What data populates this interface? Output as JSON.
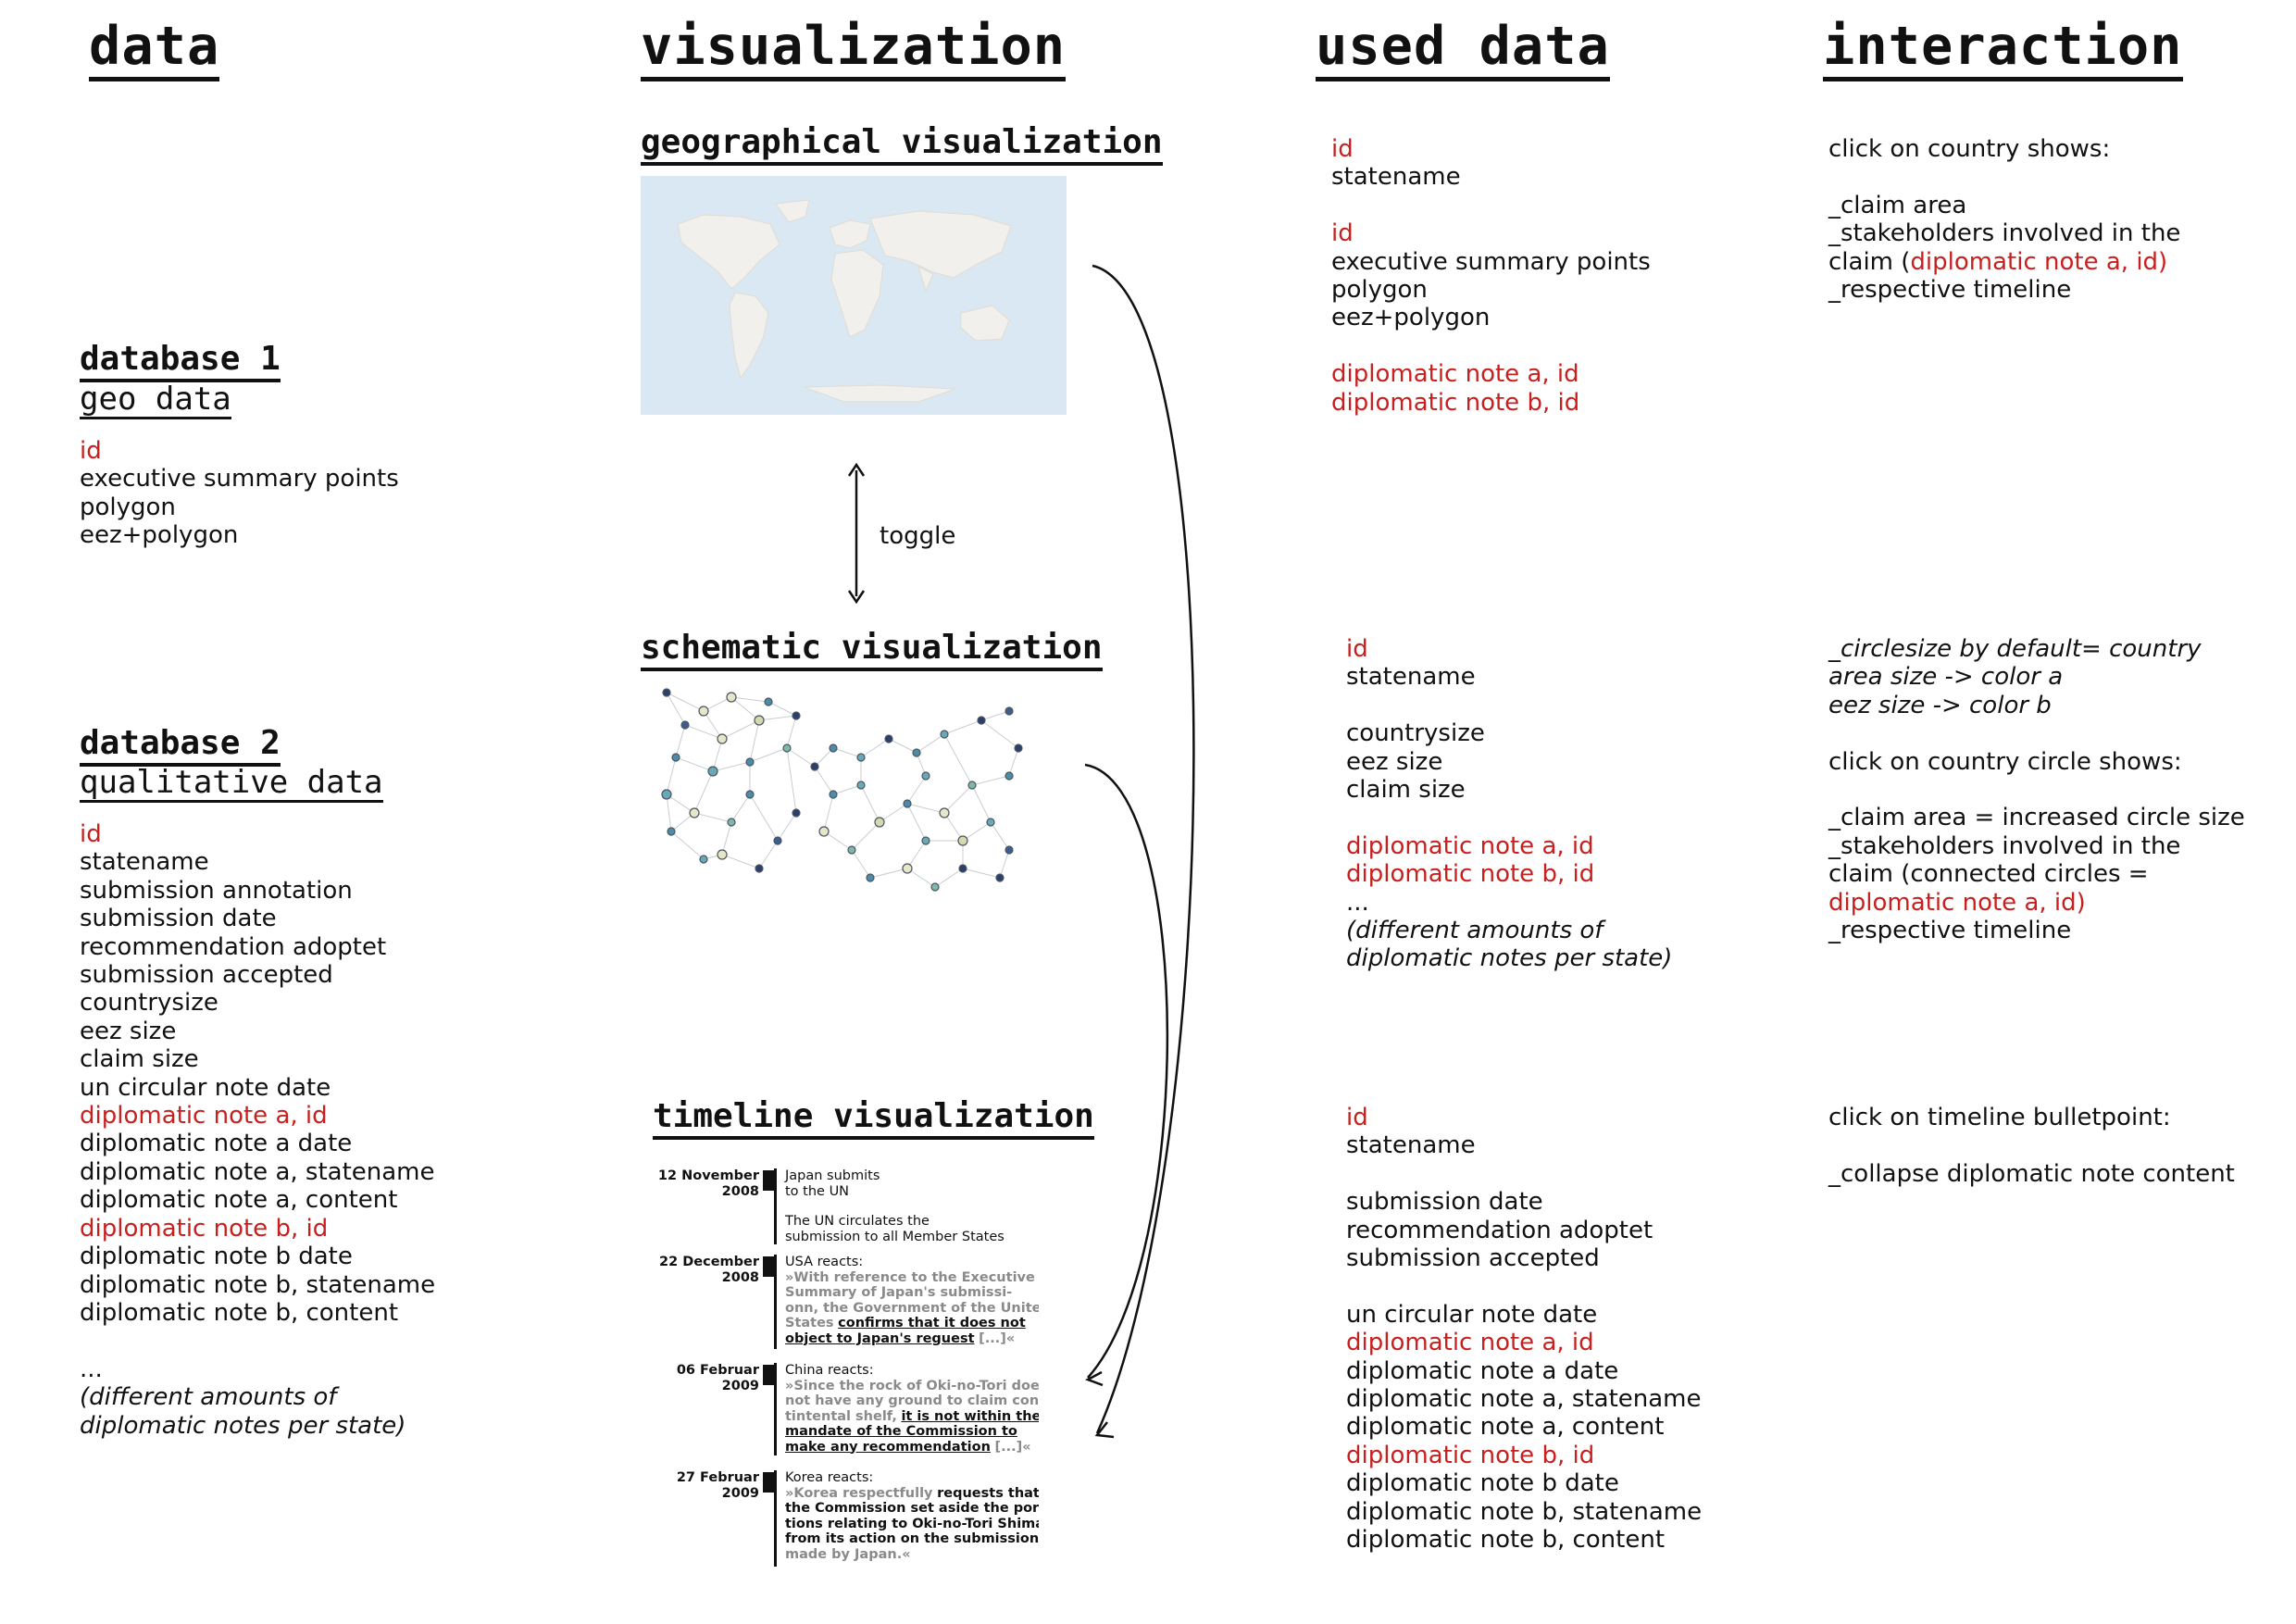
{
  "columns": {
    "data": "data",
    "visualization": "visualization",
    "used_data": "used data",
    "interaction": "interaction"
  },
  "database1": {
    "title": "database 1",
    "subtitle": "geo data",
    "fields": [
      "id",
      "executive summary points",
      "polygon",
      "eez+polygon"
    ]
  },
  "database2": {
    "title": "database 2",
    "subtitle": "qualitative data",
    "fields": [
      "id",
      "statename",
      "submission annotation",
      "submission date",
      "recommendation adoptet",
      "submission accepted",
      "countrysize",
      "eez size",
      "claim size",
      "un circular note date",
      "diplomatic note a, id",
      "diplomatic note a date",
      "diplomatic note a, statename",
      "diplomatic note a, content",
      "diplomatic note b, id",
      "diplomatic note b date",
      "diplomatic note b, statename",
      "diplomatic note b, content"
    ],
    "ellipsis": "...",
    "note_1": "(different amounts of",
    "note_2": "diplomatic notes per state)"
  },
  "visualizations": {
    "geo_title": "geographical visualization",
    "toggle": "toggle",
    "schematic_title": "schematic visualization",
    "timeline_title": "timeline visualization"
  },
  "timeline": {
    "entries": [
      {
        "date_1": "12 November",
        "date_2": "2008",
        "head": "Japan submits",
        "head_2": "to the UN",
        "body_1": "The UN circulates the",
        "body_2": "submission to all Member States"
      },
      {
        "date_1": "22 December",
        "date_2": "2008",
        "head": "USA reacts:",
        "q1": "»With reference to the Executive",
        "q2": "Summary of Japan's submissi-",
        "q3": "onn, the Government of the United",
        "q4": "States",
        "u1": "confirms that it does not",
        "u2": "object to Japan's reguest",
        "end": "[...]«"
      },
      {
        "date_1": "06 Februar",
        "date_2": "2009",
        "head": "China reacts:",
        "q1": "»Since the rock of Oki-no-Tori does",
        "q2": "not have any ground to claim con-",
        "q3": "tintental shelf,",
        "u1": "it is not within the",
        "u2": "mandate of the Commission to",
        "u3": "make any recommendation",
        "end": "[...]«"
      },
      {
        "date_1": "27 Februar",
        "date_2": "2009",
        "head": "Korea reacts:",
        "q1": "»Korea respectfully",
        "b1": "requests that",
        "b2": "the Commission set aside the por-",
        "b3": "tions relating to Oki-no-Tori Shima",
        "b4": "from its action on the submission",
        "end": "made by Japan.«"
      }
    ]
  },
  "used_geo": [
    "id",
    "statename",
    "",
    "id",
    "executive summary points",
    "polygon",
    "eez+polygon",
    "",
    "diplomatic note a, id",
    "diplomatic note b, id"
  ],
  "used_schematic": {
    "lines": [
      "id",
      "statename",
      "",
      "countrysize",
      "eez size",
      "claim size",
      "",
      "diplomatic note a, id",
      "diplomatic note b, id",
      "..."
    ],
    "note_1": "(different amounts of",
    "note_2": "diplomatic notes per state)"
  },
  "used_timeline": [
    "id",
    "statename",
    "",
    "submission date",
    "recommendation adoptet",
    "submission accepted",
    "",
    "un circular note date",
    "diplomatic note a, id",
    "diplomatic note a date",
    "diplomatic note a, statename",
    "diplomatic note a, content",
    "diplomatic note b, id",
    "diplomatic note b date",
    "diplomatic note b, statename",
    "diplomatic note b, content"
  ],
  "interaction_geo": {
    "intro": "click on country shows:",
    "l1": "_claim area",
    "l2": "_stakeholders involved in the",
    "l3a": "claim (",
    "l3b": "diplomatic note a, id)",
    "l4": "_respective timeline"
  },
  "interaction_schematic": {
    "i1": "_circlesize by default= country",
    "i2": "area size -> color a",
    "i3": "eez size -> color b",
    "intro": "click on country circle shows:",
    "l1": "_claim area = increased circle size",
    "l2": "_stakeholders involved in the",
    "l3": "claim (connected circles =",
    "l4": "diplomatic note a, id)",
    "l5": "_respective timeline"
  },
  "interaction_timeline": {
    "intro": "click on timeline bulletpoint:",
    "l1": "_collapse diplomatic note content"
  },
  "colors": {
    "red": "#c8201f",
    "text": "#111111",
    "map_sea": "#d7e7f1",
    "map_land": "#f1f0ec"
  }
}
